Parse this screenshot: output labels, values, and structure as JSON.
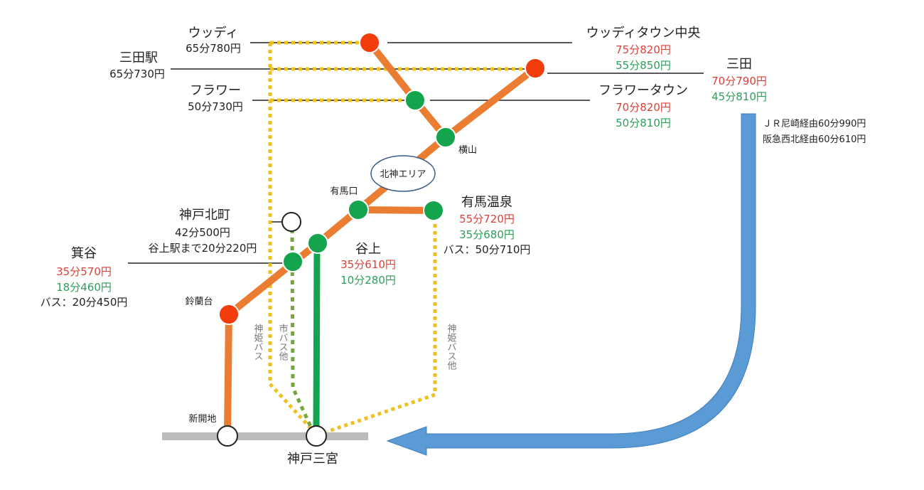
{
  "colors": {
    "orange": "#ea7d32",
    "green": "#14a44d",
    "red_node": "#f23c0c",
    "yellow": "#f0c020",
    "olive": "#74a83c",
    "blue": "#5b9bd5",
    "gray": "#bbbbbb",
    "red_text": "#d9423a",
    "green_text": "#2e9e5a"
  },
  "area_label": "北神エリア",
  "stations": {
    "woody": {
      "name": "ウッディ",
      "info": "65分780円"
    },
    "sanda_eki": {
      "name": "三田駅",
      "info": "65分730円"
    },
    "flower": {
      "name": "フラワー",
      "info": "50分730円"
    },
    "woody_center": {
      "name": "ウッディタウン中央",
      "red": "75分820円",
      "green": "55分850円"
    },
    "sanda": {
      "name": "三田",
      "red": "70分790円",
      "green": "45分810円"
    },
    "flower_town": {
      "name": "フラワータウン",
      "red": "70分820円",
      "green": "50分810円"
    },
    "yokoyama": {
      "name": "横山"
    },
    "arimaguchi": {
      "name": "有馬口"
    },
    "arima_onsen": {
      "name": "有馬温泉",
      "red": "55分720円",
      "green": "35分680円",
      "bus": "バス：50分710円"
    },
    "kobe_kitamachi": {
      "name": "神戸北町",
      "info": "42分500円",
      "info2": "谷上駅まで20分220円"
    },
    "tanigami": {
      "name": "谷上",
      "red": "35分610円",
      "green": "10分280円"
    },
    "minotani": {
      "name": "箕谷",
      "red": "35分570円",
      "green": "18分460円",
      "bus": "バス：20分450円"
    },
    "suzurandai": {
      "name": "鈴蘭台"
    },
    "shinkaichi": {
      "name": "新開地"
    },
    "sannomiya": {
      "name": "神戸三宮"
    }
  },
  "routes": {
    "jr_note": "ＪＲ尼崎経由60分990円",
    "hankyu_note": "阪急西北経由60分610円",
    "shinki_bus": "神姫バス",
    "city_bus": "市バス他",
    "shinki_bus_other": "神姫バス他"
  }
}
